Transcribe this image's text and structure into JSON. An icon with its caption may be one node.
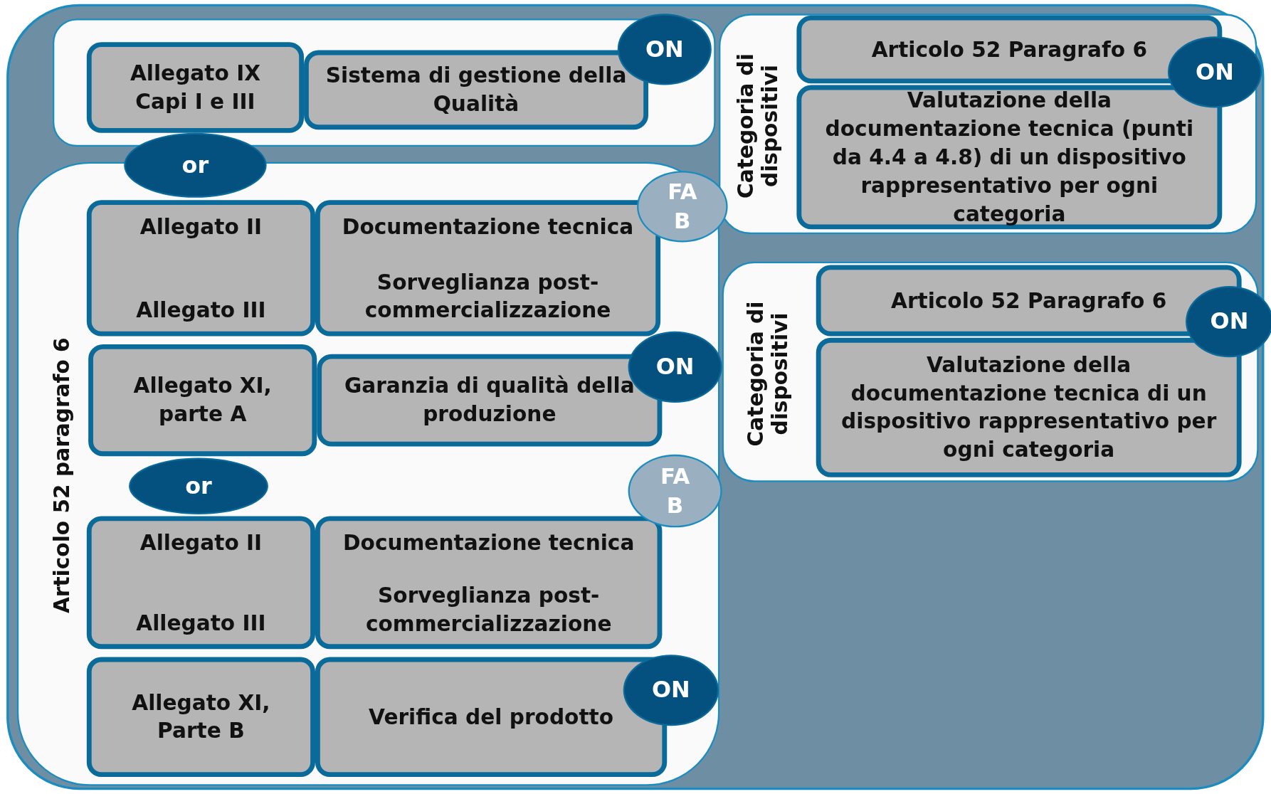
{
  "diagram": {
    "nodes": [
      {
        "text": [],
        "shape": "box"
      },
      {
        "text": [],
        "shape": "box",
        "in": 0
      },
      {
        "text": [
          "Allegato IX Capi I e III"
        ],
        "in": 1
      },
      {
        "text": [
          "Sistema di gestione della Qualità"
        ],
        "in": 1
      },
      {
        "text": [
          "ON"
        ],
        "in": 1
      },
      {
        "text": [
          "or"
        ],
        "in": 0
      },
      {
        "text": [
          "Articolo 52 paragrafo 6"
        ],
        "in": 0
      },
      {
        "text": [
          "Allegato II",
          "Allegato III"
        ],
        "in": 6
      },
      {
        "text": [
          "Documentazione tecnica",
          "Sorveglianza post-commercializzazione"
        ],
        "in": 6
      },
      {
        "text": [
          "FA B"
        ],
        "in": 0
      },
      {
        "text": [
          "Allegato XI, parte A"
        ],
        "in": 6
      },
      {
        "text": [
          "Garanzia di qualità della produzione"
        ],
        "in": 6
      },
      {
        "text": [
          "ON"
        ],
        "in": 6
      },
      {
        "text": [
          "or"
        ],
        "in": 6
      },
      {
        "text": [
          "Allegato II",
          "Allegato III"
        ],
        "in": 6
      },
      {
        "text": [
          "Documentazione tecnica",
          "Sorveglianza post-commercializzazione"
        ],
        "in": 6
      },
      {
        "text": [
          "FA B"
        ],
        "in": 6
      },
      {
        "text": [
          "Allegato XI, Parte B"
        ],
        "in": 6
      },
      {
        "text": [
          "Verifica del prodotto"
        ],
        "in": 6
      },
      {
        "text": [
          "ON"
        ],
        "in": 6
      },
      {
        "text": [
          "Categoria di dispositivi"
        ],
        "in": 0
      },
      {
        "text": [
          "Articolo 52 Paragrafo 6"
        ],
        "in": 20
      },
      {
        "text": [
          "Valutazione della documentazione tecnica (punti da 4.4 a 4.8) di un dispositivo rappresentativo per ogni categoria"
        ],
        "in": 20
      },
      {
        "text": [
          "ON"
        ],
        "in": 20
      },
      {
        "text": [
          "Categoria di dispositivi"
        ],
        "in": 0
      },
      {
        "text": [
          "Articolo 52 Paragrafo 6"
        ],
        "in": 24
      },
      {
        "text": [
          "Valutazione della documentazione tecnica di un dispositivo rappresentativo per ogni categoria"
        ],
        "in": 24
      },
      {
        "text": [
          "ON"
        ],
        "in": 0
      }
    ]
  }
}
